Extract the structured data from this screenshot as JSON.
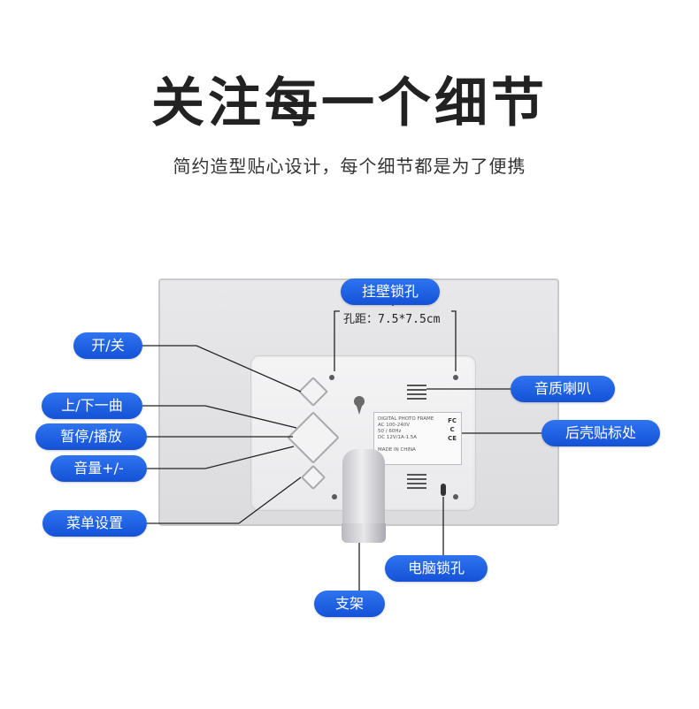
{
  "heading": {
    "title": "关注每一个细节",
    "subtitle": "简约造型贴心设计，每个细节都是为了便携"
  },
  "device": {
    "hole_distance": "孔距：7.5*7.5cm",
    "label_lines": [
      "DIGITAL PHOTO FRAME",
      "AC 100-240V",
      "50 / 60Hz",
      "DC 12V/1A-1.5A",
      "",
      "MADE IN CHINA"
    ],
    "label_marks": [
      "FC",
      "C",
      "CE"
    ]
  },
  "callouts": {
    "wall_mount": "挂壁锁孔",
    "power": "开/关",
    "prev_next": "上/下一曲",
    "pause_play": "暂停/播放",
    "volume": "音量+/-",
    "menu": "菜单设置",
    "speaker": "音质喇叭",
    "sticker": "后壳贴标处",
    "pc_lock": "电脑锁孔",
    "stand": "支架"
  },
  "colors": {
    "callout_bg": "#1a5ee0",
    "callout_text": "#ffffff"
  }
}
